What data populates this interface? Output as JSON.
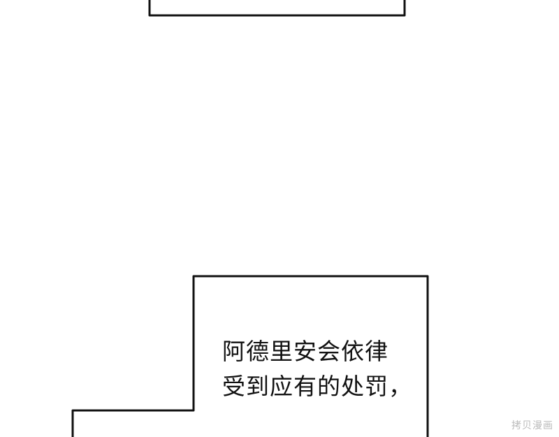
{
  "caption": {
    "line1": "阿德里安会依律",
    "line2": "受到应有的处罚，"
  },
  "watermark": "拷贝漫画"
}
